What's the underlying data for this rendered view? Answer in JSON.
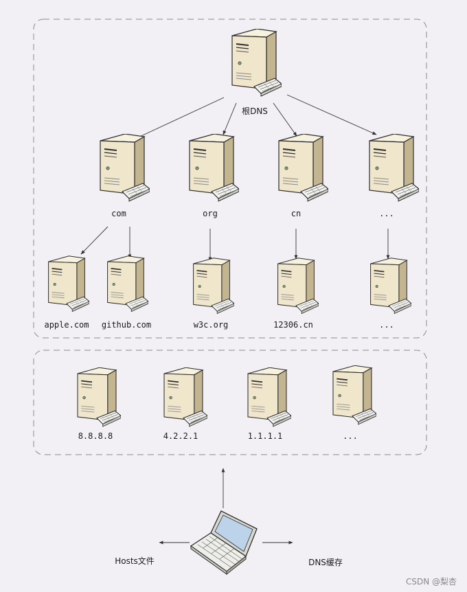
{
  "hierarchy": {
    "root": {
      "label": "根DNS",
      "icon": "server-icon"
    },
    "tlds": [
      {
        "label": "com"
      },
      {
        "label": "org"
      },
      {
        "label": "cn"
      },
      {
        "label": "..."
      }
    ],
    "domains": [
      {
        "label": "apple.com",
        "parent": "com"
      },
      {
        "label": "github.com",
        "parent": "com"
      },
      {
        "label": "w3c.org",
        "parent": "org"
      },
      {
        "label": "12306.cn",
        "parent": "cn"
      },
      {
        "label": "...",
        "parent": "..."
      }
    ]
  },
  "resolvers": [
    {
      "label": "8.8.8.8"
    },
    {
      "label": "4.2.2.1"
    },
    {
      "label": "1.1.1.1"
    },
    {
      "label": "..."
    }
  ],
  "client": {
    "icon": "laptop-icon",
    "hosts_label": "Hosts文件",
    "cache_label": "DNS缓存"
  },
  "watermark": "CSDN @梨杏",
  "colors": {
    "background": "#f2f0f5",
    "server_body": "#efe6cc",
    "server_side": "#c4b591",
    "outline": "#2b2b2b",
    "dashed_border": "#8a8a8a",
    "arrow": "#333333"
  }
}
